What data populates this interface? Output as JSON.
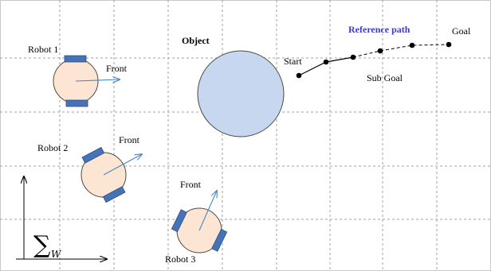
{
  "labels": {
    "robot1": "Robot 1",
    "robot2": "Robot 2",
    "robot3": "Robot 3",
    "front": "Front",
    "object": "Object",
    "start": "Start",
    "goal": "Goal",
    "sub_goal": "Sub Goal",
    "reference_path": "Reference path",
    "frame_symbol": "∑",
    "frame_subscript": "W"
  },
  "colors": {
    "robot_body": "#fde5d4",
    "wheel": "#4673b8",
    "wheel_stroke": "#2a4f86",
    "object_fill": "#c6d7ef",
    "arrow": "#4a86c2",
    "reference_path_text": "#3a3ad0",
    "grid": "#a0a0a0"
  }
}
